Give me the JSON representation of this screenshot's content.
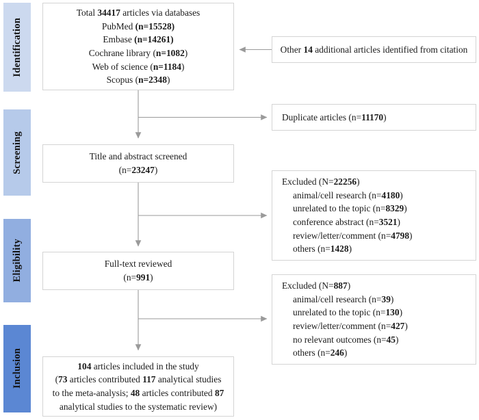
{
  "diagram": {
    "title": "PRISMA study selection flow diagram",
    "colors": {
      "identification_bar": "#ccd9ef",
      "screening_bar": "#b6caea",
      "eligibility_bar": "#91aee0",
      "inclusion_bar": "#5b87d3",
      "box_border": "#d4d4d4",
      "connector": "#9a9a9a",
      "text": "#131313"
    },
    "stages": [
      {
        "name": "identification",
        "label": "Identification"
      },
      {
        "name": "screening",
        "label": "Screening"
      },
      {
        "name": "eligibility",
        "label": "Eligibility"
      },
      {
        "name": "inclusion",
        "label": "Inclusion"
      }
    ],
    "boxes": {
      "identification_records": {
        "lines": [
          {
            "parts": [
              {
                "t": "Total ",
                "b": false
              },
              {
                "t": "34417",
                "b": true
              },
              {
                "t": " articles via databases",
                "b": false
              }
            ]
          },
          {
            "parts": [
              {
                "t": "PubMed ",
                "b": false
              },
              {
                "t": "(n=15528)",
                "b": true
              }
            ]
          },
          {
            "parts": [
              {
                "t": "Embase ",
                "b": false
              },
              {
                "t": "(n=14261)",
                "b": true
              }
            ]
          },
          {
            "parts": [
              {
                "t": "Cochrane library (",
                "b": false
              },
              {
                "t": "n=1082",
                "b": true
              },
              {
                "t": ")",
                "b": false
              }
            ]
          },
          {
            "parts": [
              {
                "t": "Web of science (",
                "b": false
              },
              {
                "t": "n=1184",
                "b": true
              },
              {
                "t": ")",
                "b": false
              }
            ]
          },
          {
            "parts": [
              {
                "t": "Scopus (",
                "b": false
              },
              {
                "t": "n=2348",
                "b": true
              },
              {
                "t": ")",
                "b": false
              }
            ]
          }
        ]
      },
      "citation_records": {
        "lines": [
          {
            "parts": [
              {
                "t": "Other ",
                "b": false
              },
              {
                "t": "14",
                "b": true
              },
              {
                "t": " additional articles identified from citation",
                "b": false
              }
            ]
          }
        ]
      },
      "duplicates_removed": {
        "lines": [
          {
            "parts": [
              {
                "t": "Duplicate articles (n=",
                "b": false
              },
              {
                "t": "11170",
                "b": true
              },
              {
                "t": ")",
                "b": false
              }
            ]
          }
        ]
      },
      "title_abstract_screened": {
        "lines": [
          {
            "parts": [
              {
                "t": "Title and abstract screened",
                "b": false
              }
            ]
          },
          {
            "parts": [
              {
                "t": "(n=",
                "b": false
              },
              {
                "t": "23247",
                "b": true
              },
              {
                "t": ")",
                "b": false
              }
            ]
          }
        ]
      },
      "screening_excluded": {
        "lines": [
          {
            "sub": false,
            "parts": [
              {
                "t": "Excluded (N=",
                "b": false
              },
              {
                "t": "22256",
                "b": true
              },
              {
                "t": ")",
                "b": false
              }
            ]
          },
          {
            "sub": true,
            "parts": [
              {
                "t": "animal/cell research (n=",
                "b": false
              },
              {
                "t": "4180",
                "b": true
              },
              {
                "t": ")",
                "b": false
              }
            ]
          },
          {
            "sub": true,
            "parts": [
              {
                "t": "unrelated to the topic (n=",
                "b": false
              },
              {
                "t": "8329",
                "b": true
              },
              {
                "t": ")",
                "b": false
              }
            ]
          },
          {
            "sub": true,
            "parts": [
              {
                "t": "conference abstract (n=",
                "b": false
              },
              {
                "t": "3521",
                "b": true
              },
              {
                "t": ")",
                "b": false
              }
            ]
          },
          {
            "sub": true,
            "parts": [
              {
                "t": "review/letter/comment (n=",
                "b": false
              },
              {
                "t": "4798",
                "b": true
              },
              {
                "t": ")",
                "b": false
              }
            ]
          },
          {
            "sub": true,
            "parts": [
              {
                "t": "others (n=",
                "b": false
              },
              {
                "t": "1428",
                "b": true
              },
              {
                "t": ")",
                "b": false
              }
            ]
          }
        ]
      },
      "full_text_reviewed": {
        "lines": [
          {
            "parts": [
              {
                "t": "Full-text reviewed",
                "b": false
              }
            ]
          },
          {
            "parts": [
              {
                "t": "(n=",
                "b": false
              },
              {
                "t": "991",
                "b": true
              },
              {
                "t": ")",
                "b": false
              }
            ]
          }
        ]
      },
      "eligibility_excluded": {
        "lines": [
          {
            "sub": false,
            "parts": [
              {
                "t": "Excluded (N=",
                "b": false
              },
              {
                "t": "887",
                "b": true
              },
              {
                "t": ")",
                "b": false
              }
            ]
          },
          {
            "sub": true,
            "parts": [
              {
                "t": "animal/cell research (n=",
                "b": false
              },
              {
                "t": "39",
                "b": true
              },
              {
                "t": ")",
                "b": false
              }
            ]
          },
          {
            "sub": true,
            "parts": [
              {
                "t": "unrelated to the topic (n=",
                "b": false
              },
              {
                "t": "130",
                "b": true
              },
              {
                "t": ")",
                "b": false
              }
            ]
          },
          {
            "sub": true,
            "parts": [
              {
                "t": "review/letter/comment (n=",
                "b": false
              },
              {
                "t": "427",
                "b": true
              },
              {
                "t": ")",
                "b": false
              }
            ]
          },
          {
            "sub": true,
            "parts": [
              {
                "t": "no relevant outcomes (n=",
                "b": false
              },
              {
                "t": "45",
                "b": true
              },
              {
                "t": ")",
                "b": false
              }
            ]
          },
          {
            "sub": true,
            "parts": [
              {
                "t": "others (n=",
                "b": false
              },
              {
                "t": "246",
                "b": true
              },
              {
                "t": ")",
                "b": false
              }
            ]
          }
        ]
      },
      "included_studies": {
        "lines": [
          {
            "parts": [
              {
                "t": "104",
                "b": true
              },
              {
                "t": " articles included in the study",
                "b": false
              }
            ]
          },
          {
            "parts": [
              {
                "t": "(",
                "b": false
              },
              {
                "t": "73",
                "b": true
              },
              {
                "t": " articles contributed ",
                "b": false
              },
              {
                "t": "117",
                "b": true
              },
              {
                "t": " analytical studies",
                "b": false
              }
            ]
          },
          {
            "parts": [
              {
                "t": "to the meta-analysis; ",
                "b": false
              },
              {
                "t": "48",
                "b": true
              },
              {
                "t": " articles contributed ",
                "b": false
              },
              {
                "t": "87",
                "b": true
              }
            ]
          },
          {
            "parts": [
              {
                "t": "analytical studies to the systematic review)",
                "b": false
              }
            ]
          }
        ]
      }
    },
    "connectors": [
      {
        "name": "citation-to-identification",
        "direction": "left"
      },
      {
        "name": "identification-to-screening",
        "direction": "down"
      },
      {
        "name": "screening-to-duplicates",
        "direction": "right"
      },
      {
        "name": "screening-to-fulltext",
        "direction": "down"
      },
      {
        "name": "screening-to-excluded",
        "direction": "right"
      },
      {
        "name": "fulltext-to-included",
        "direction": "down"
      },
      {
        "name": "fulltext-to-excluded",
        "direction": "right"
      }
    ]
  }
}
